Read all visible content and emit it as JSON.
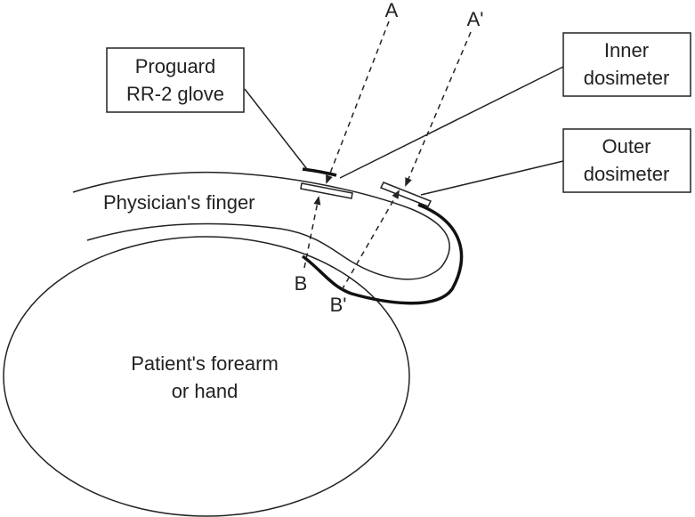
{
  "labels": {
    "glove_line1": "Proguard",
    "glove_line2": "RR-2 glove",
    "inner_line1": "Inner",
    "inner_line2": "dosimeter",
    "outer_line1": "Outer",
    "outer_line2": "dosimeter",
    "finger": "Physician's finger",
    "patient_line1": "Patient's forearm",
    "patient_line2": "or hand",
    "ray_a": "A",
    "ray_a_prime": "A'",
    "ray_b": "B",
    "ray_b_prime": "B'"
  }
}
